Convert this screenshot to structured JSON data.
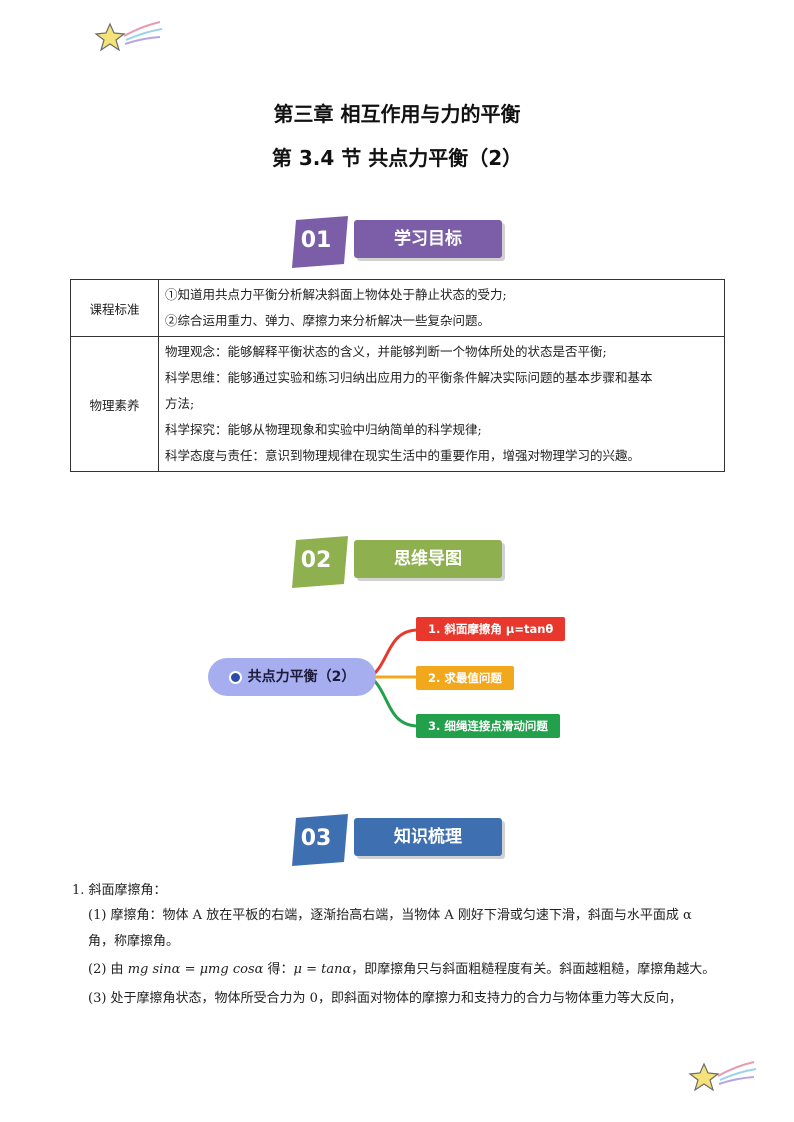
{
  "header": {
    "chapter_title": "第三章  相互作用与力的平衡",
    "section_title": "第 3.4 节  共点力平衡（2）"
  },
  "sections": [
    {
      "num": "01",
      "label": "学习目标",
      "color": "#7b5ea7"
    },
    {
      "num": "02",
      "label": "思维导图",
      "color": "#8eb04f"
    },
    {
      "num": "03",
      "label": "知识梳理",
      "color": "#3e6fb0"
    }
  ],
  "goals": {
    "rows": [
      {
        "head": "课程标准",
        "lines": [
          "①知道用共点力平衡分析解决斜面上物体处于静止状态的受力;",
          "②综合运用重力、弹力、摩擦力来分析解决一些复杂问题。"
        ]
      },
      {
        "head": "物理素养",
        "lines": [
          "物理观念：能够解释平衡状态的含义，并能够判断一个物体所处的状态是否平衡;",
          "科学思维：能够通过实验和练习归纳出应用力的平衡条件解决实际问题的基本步骤和基本",
          "方法;",
          "科学探究：能够从物理现象和实验中归纳简单的科学规律;",
          "科学态度与责任：意识到物理规律在现实生活中的重要作用，增强对物理学习的兴趣。"
        ]
      }
    ]
  },
  "mindmap": {
    "root": "共点力平衡（2）",
    "nodes": [
      {
        "label": "1. 斜面摩擦角 μ=tanθ",
        "color": "#e8382d"
      },
      {
        "label": "2. 求最值问题",
        "color": "#f2a81d"
      },
      {
        "label": "3. 细绳连接点滑动问题",
        "color": "#22a04b"
      }
    ]
  },
  "knowledge": {
    "heading": "1. 斜面摩擦角：",
    "p1a": "(1)  摩擦角：物体 A 放在平板的右端，逐渐抬高右端，当物体 A 刚好下滑或匀速下滑，斜面与水平面成 α",
    "p1b": "角，称摩擦角。",
    "p2_prefix": "(2)  由 ",
    "p2_formula1": "mg sinα = μmg cosα",
    "p2_mid": " 得：",
    "p2_formula2": "μ = tanα",
    "p2_suffix": "，即摩擦角只与斜面粗糙程度有关。斜面越粗糙，摩擦角越大。",
    "p3": "(3)  处于摩擦角状态，物体所受合力为 0，即斜面对物体的摩擦力和支持力的合力与物体重力等大反向，"
  },
  "decor": {
    "star_icon": "shooting-star-icon",
    "star_color": "#f5e37a"
  }
}
